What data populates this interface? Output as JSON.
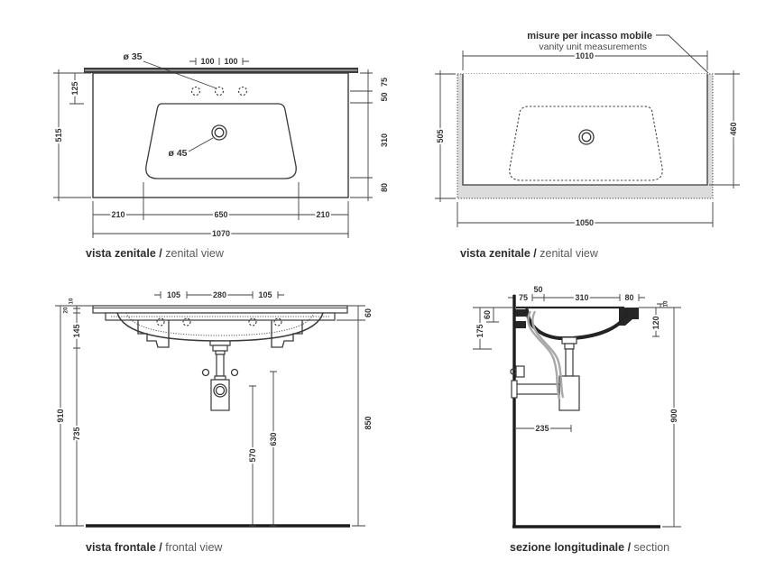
{
  "colors": {
    "ink": "#3a3a3a",
    "gray_fill": "#dcdcdc",
    "hose_gray": "#a8a8a8",
    "background": "#ffffff"
  },
  "annotation": {
    "line1": "misure per incasso mobile",
    "line2": "vanity unit measurements"
  },
  "captions": {
    "zenital_sink": {
      "it": "vista zenitale /",
      "en": " zenital view"
    },
    "zenital_vanity": {
      "it": "vista zenitale /",
      "en": " zenital view"
    },
    "frontal": {
      "it": "vista frontale /",
      "en": " frontal view"
    },
    "section": {
      "it": "sezione longitudinale /",
      "en": " section"
    }
  },
  "zenital_sink": {
    "hole_diameter": "ø 35",
    "drain_diameter": "ø 45",
    "hole_pitch_left": "100",
    "hole_pitch_right": "100",
    "back_offset": "125",
    "depth_total": "515",
    "right_back": "75",
    "right_holes_to_basin": "50",
    "right_basin": "310",
    "right_front": "80",
    "bottom_left": "210",
    "bottom_center": "650",
    "bottom_right": "210",
    "width_total": "1070"
  },
  "zenital_vanity": {
    "inner_width": "1010",
    "outer_depth": "505",
    "inner_depth": "460",
    "outer_width": "1050"
  },
  "frontal": {
    "top_left": "105",
    "top_center": "280",
    "top_right": "105",
    "lip": "10",
    "slab": "20",
    "bracket_drop": "145",
    "height_total": "910",
    "lower_height": "735",
    "front_edge": "60",
    "underside_height": "850",
    "trap_height": "570",
    "drain_height": "630"
  },
  "section": {
    "wall_gap": "75",
    "hole_offset": "50",
    "basin_depth": "310",
    "front_overhang": "80",
    "back_height": "60",
    "back_drop": "175",
    "front_lip": "10",
    "front_height": "120",
    "wall_height": "900",
    "trap_offset": "235"
  }
}
